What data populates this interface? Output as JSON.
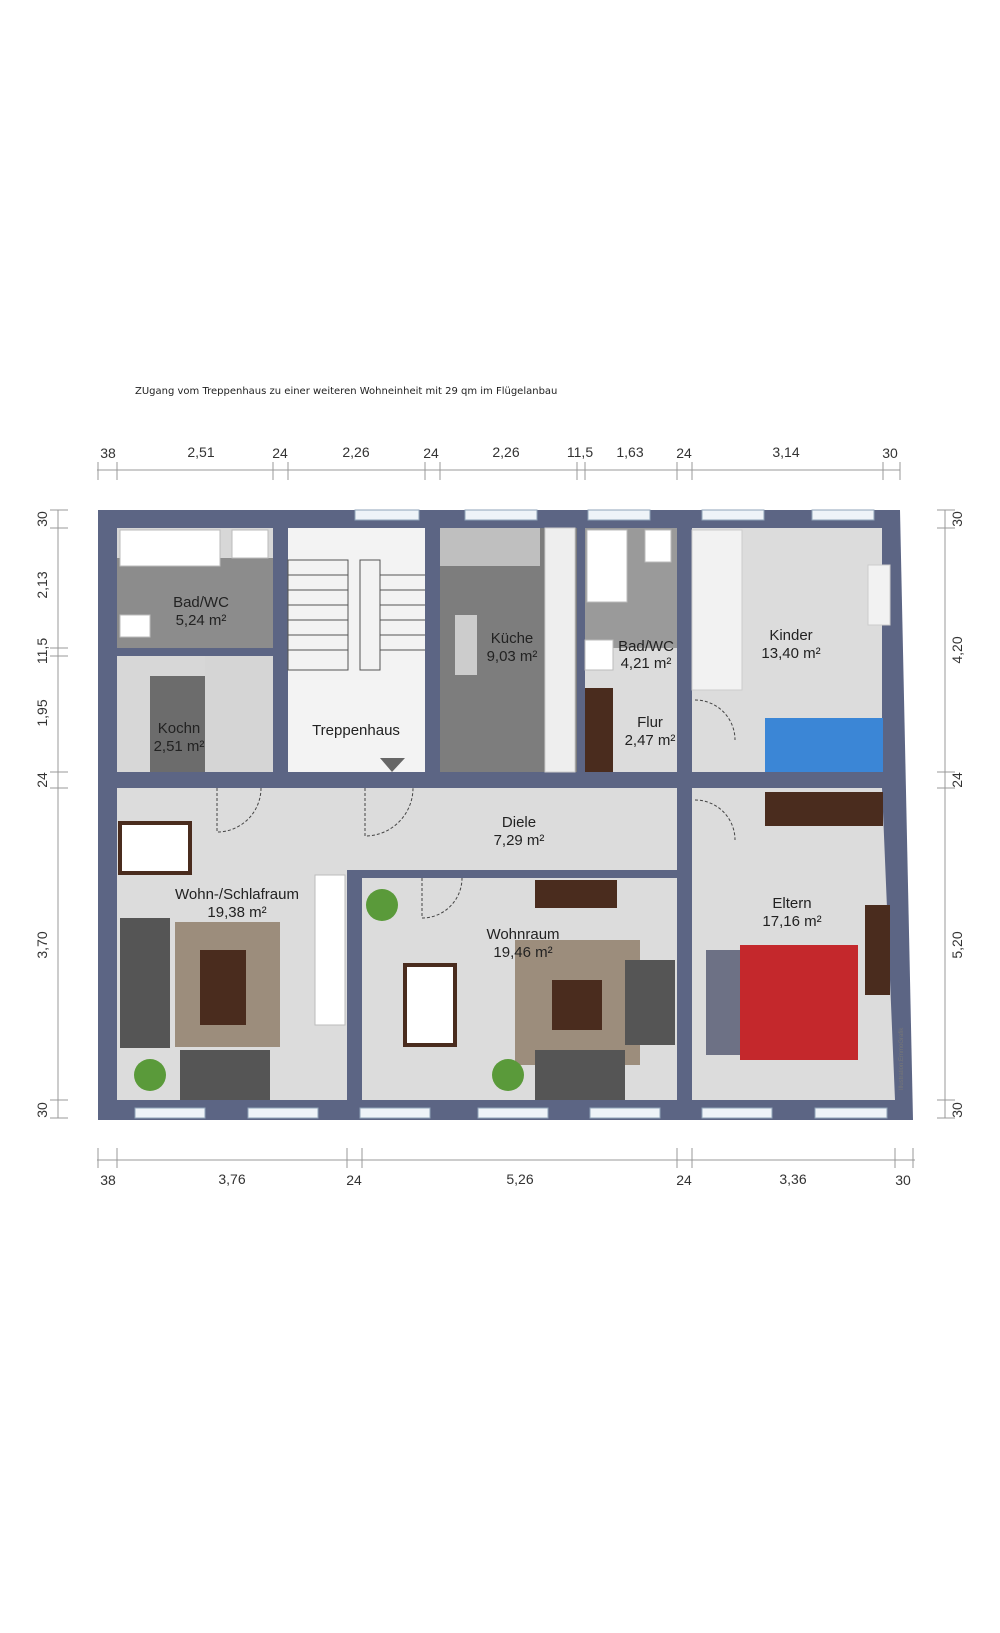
{
  "note": "ZUgang vom Treppenhaus zu einer weiteren Wohneinheit mit 29 qm im Flügelanbau",
  "dims": {
    "top": [
      "38",
      "2,51",
      "24",
      "2,26",
      "24",
      "2,26",
      "11,5",
      "1,63",
      "24",
      "3,14",
      "30"
    ],
    "bottom": [
      "38",
      "3,76",
      "24",
      "5,26",
      "24",
      "3,36",
      "30"
    ],
    "left": [
      "30",
      "2,13",
      "11,5",
      "1,95",
      "24",
      "3,70",
      "30"
    ],
    "right": [
      "30",
      "4,20",
      "24",
      "5,20",
      "30"
    ]
  },
  "rooms": [
    {
      "name": "Bad/WC",
      "area": "5,24 m²"
    },
    {
      "name": "Kochn",
      "area": "2,51 m²"
    },
    {
      "name": "Treppenhaus",
      "area": ""
    },
    {
      "name": "Küche",
      "area": "9,03 m²"
    },
    {
      "name": "Bad/WC",
      "area": "4,21 m²"
    },
    {
      "name": "Kinder",
      "area": "13,40 m²"
    },
    {
      "name": "Flur",
      "area": "2,47 m²"
    },
    {
      "name": "Diele",
      "area": "7,29 m²"
    },
    {
      "name": "Wohn-/Schlafraum",
      "area": "19,38 m²"
    },
    {
      "name": "Wohnraum",
      "area": "19,46 m²"
    },
    {
      "name": "Eltern",
      "area": "17,16 m²"
    }
  ],
  "credit": "Illustration:EmmoGrafik",
  "colors": {
    "wall": "#5c6584",
    "floor": "#dcdcdc",
    "tile": "#6b6b6b",
    "bed_red": "#c4282c",
    "bed_blue": "#3b86d6",
    "furniture": "#4a2c1e"
  }
}
